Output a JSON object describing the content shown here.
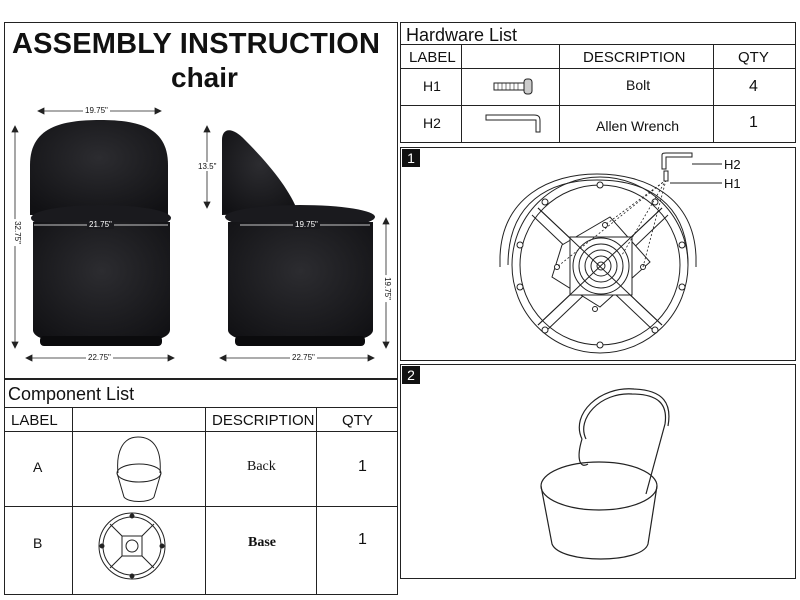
{
  "title": "ASSEMBLY INSTRUCTION",
  "subtitle": "chair",
  "dimensions": {
    "front_width": "19.75\"",
    "front_height": "32.75\"",
    "seat_width": "21.75\"",
    "front_base": "22.75\"",
    "side_back_height": "13.5\"",
    "side_depth": "19.75\"",
    "side_seat_height": "19.75\"",
    "side_base": "22.75\""
  },
  "component_list": {
    "title": "Component List",
    "headers": [
      "LABEL",
      "DESCRIPTION",
      "QTY"
    ],
    "rows": [
      {
        "label": "A",
        "description": "Back",
        "qty": "1"
      },
      {
        "label": "B",
        "description": "Base",
        "qty": "1"
      }
    ]
  },
  "hardware_list": {
    "title": "Hardware List",
    "headers": [
      "LABEL",
      "DESCRIPTION",
      "QTY"
    ],
    "rows": [
      {
        "label": "H1",
        "description": "Bolt",
        "qty": "4"
      },
      {
        "label": "H2",
        "description": "Allen Wrench",
        "qty": "1"
      }
    ]
  },
  "steps": [
    {
      "number": "1",
      "callouts": [
        "H2",
        "H1"
      ]
    },
    {
      "number": "2"
    }
  ]
}
